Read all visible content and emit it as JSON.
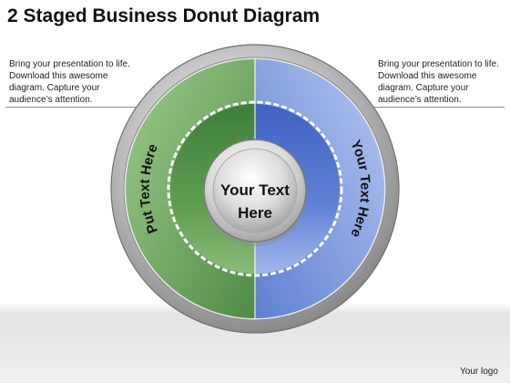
{
  "title": "2 Staged Business Donut Diagram",
  "notes": {
    "left": "Bring your presentation to life. Download this awesome diagram. Capture your audience’s attention.",
    "right": "Bring your presentation to life. Download this awesome diagram. Capture your audience’s attention."
  },
  "diagram": {
    "center_text_line1": "Your Text",
    "center_text_line2": "Here",
    "left_segment_label": "Put Text Here",
    "right_segment_label": "Your Text Here",
    "colors": {
      "green": "#72ad63",
      "blue": "#6586d6",
      "ring": "#b9b9b9"
    }
  },
  "footer": {
    "logo": "Your logo"
  }
}
